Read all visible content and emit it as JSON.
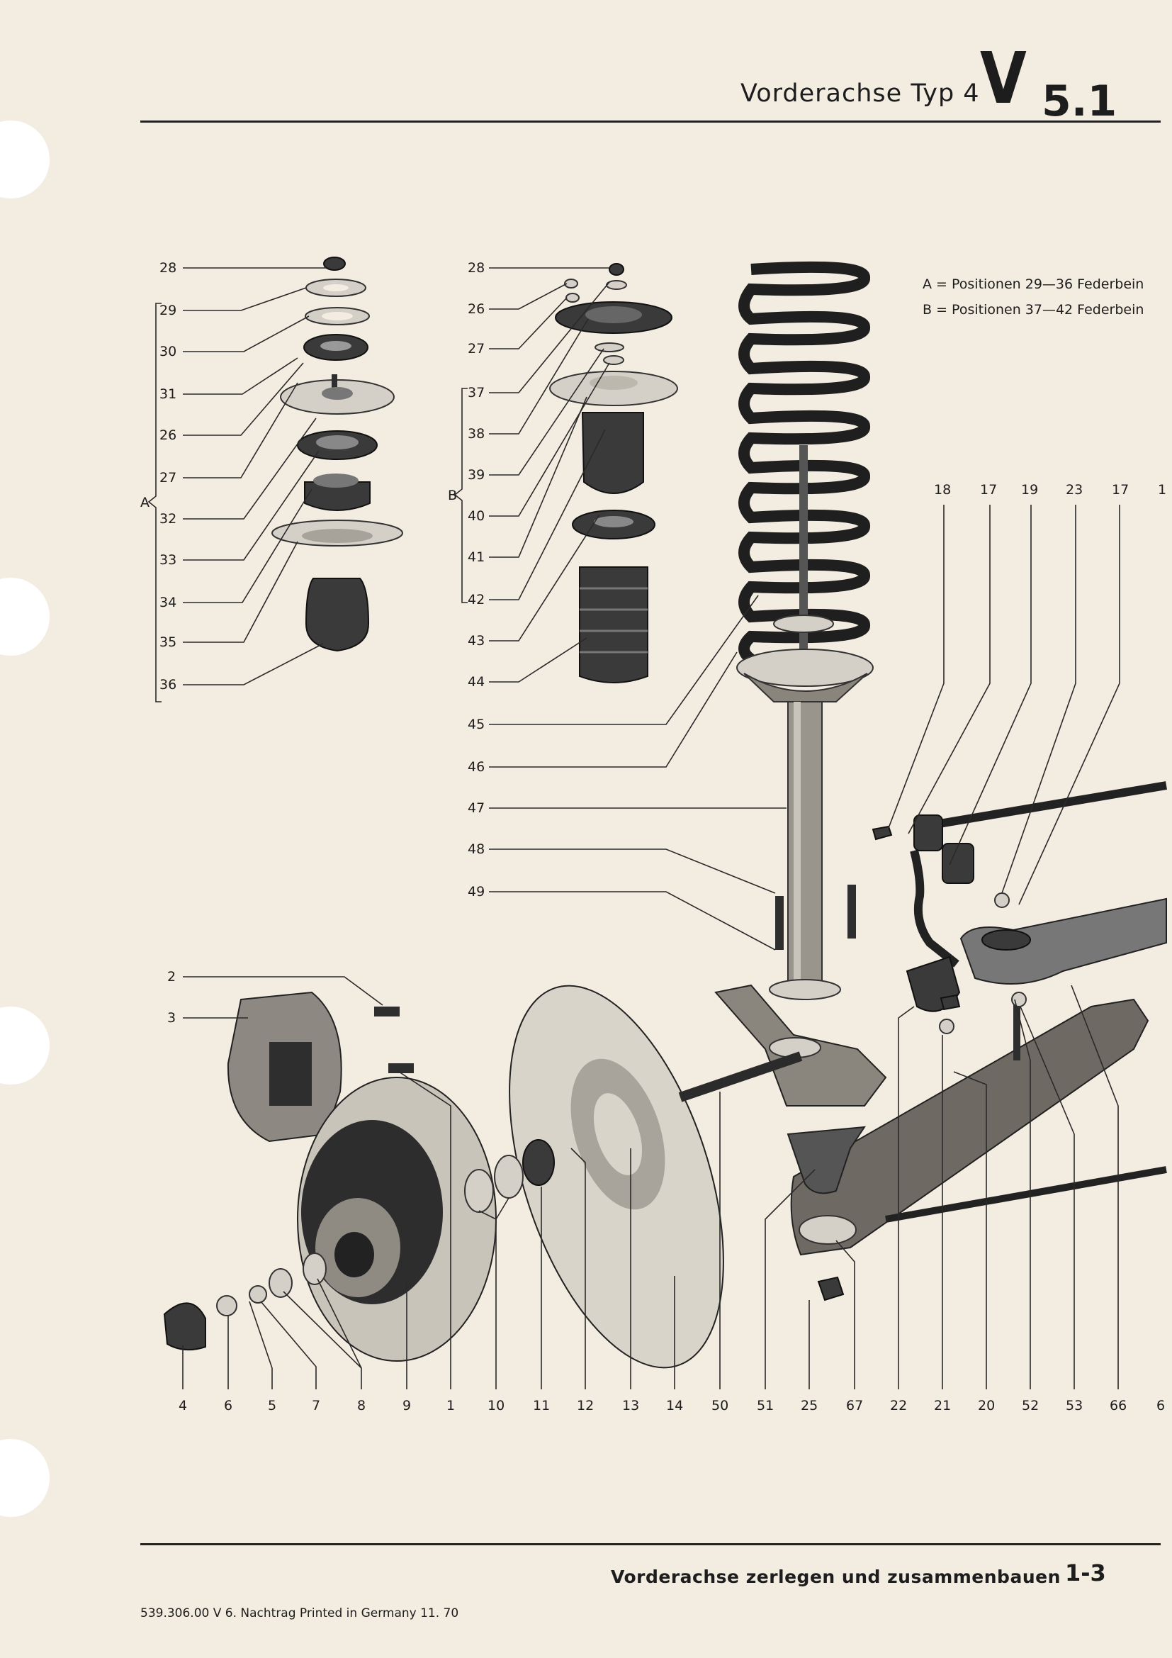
{
  "header": {
    "title": "Vorderachse Typ 4",
    "section_letter": "V",
    "section_number": "5.1"
  },
  "legend": [
    "A = Positionen 29—36 Federbein",
    "B = Positionen 37—42 Federbein"
  ],
  "group_labels": {
    "a": "A",
    "b": "B"
  },
  "column_a_labels": [
    "28",
    "29",
    "30",
    "31",
    "26",
    "27",
    "32",
    "33",
    "34",
    "35",
    "36"
  ],
  "column_b_labels": [
    "28",
    "26",
    "27",
    "37",
    "38",
    "39",
    "40",
    "41",
    "42",
    "43",
    "44",
    "45",
    "46",
    "47",
    "48",
    "49"
  ],
  "left_labels": [
    "2",
    "3"
  ],
  "top_right_labels": [
    "18",
    "17",
    "19",
    "23",
    "17",
    "1"
  ],
  "bottom_labels": [
    "4",
    "6",
    "5",
    "7",
    "8",
    "9",
    "1",
    "10",
    "11",
    "12",
    "13",
    "14",
    "50",
    "51",
    "25",
    "67",
    "22",
    "21",
    "20",
    "52",
    "53",
    "66",
    "6"
  ],
  "footer": {
    "title": "Vorderachse zerlegen und zusammenbauen",
    "page": "1-3",
    "imprint": "539.306.00  V  6. Nachtrag  Printed in Germany  11. 70"
  }
}
